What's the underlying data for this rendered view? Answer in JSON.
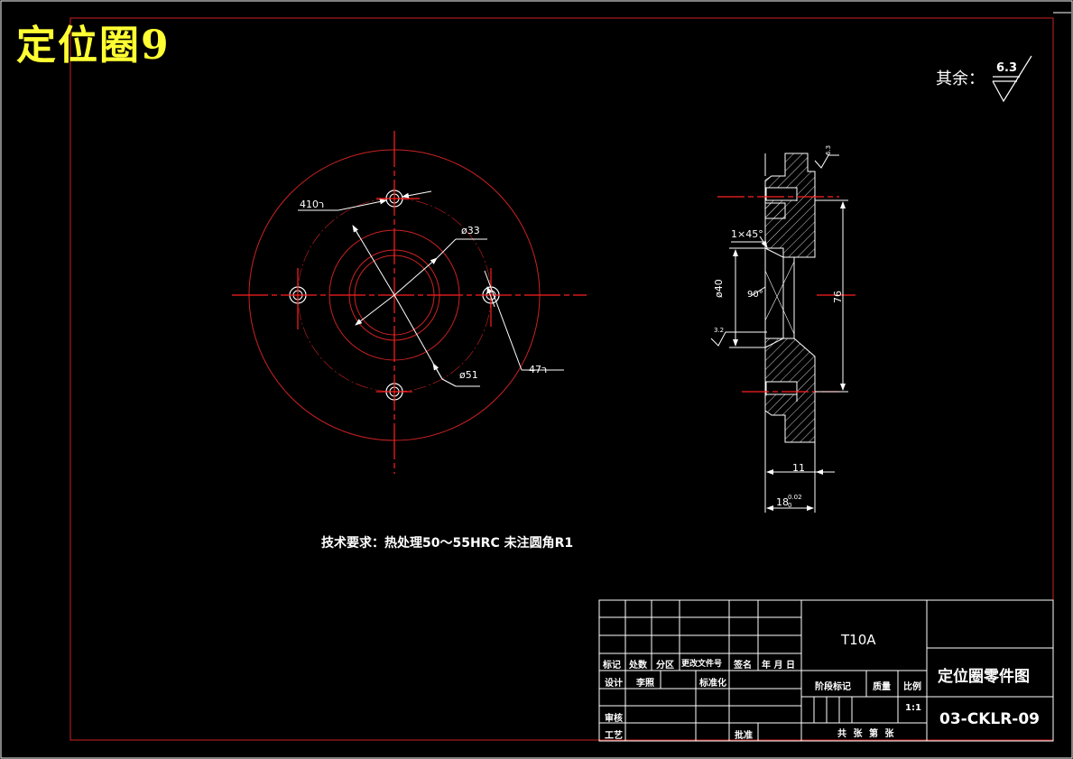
{
  "drawing": {
    "big_title": "定位圈9",
    "roughness_label": "其余：",
    "roughness_value": "6.3",
    "tech_requirement": "技术要求：热处理50～55HRC 未注圆角R1"
  },
  "front_view": {
    "dim_4x_d10": "4ר10",
    "dim_d33": "ø33",
    "dim_d51": "ø51",
    "dim_4x_d7": "4ר7"
  },
  "section_view": {
    "chamfer": "1×45°",
    "dim_d40": "ø40",
    "angle_90": "90°",
    "dim_76": "76",
    "dim_11": "11",
    "dim_18": "18",
    "tol_upper": "0.02",
    "tol_lower": "0",
    "rough_top": "6.3",
    "rough_left": "3.2"
  },
  "title_block": {
    "material": "T10A",
    "part_name": "定位圈零件图",
    "drawing_no": "03-CKLR-09",
    "scale": "1:1",
    "labels": {
      "mark": "标记",
      "count": "处数",
      "zone": "分区",
      "change_no": "更改文件号",
      "sign": "签名",
      "date": "年 月 日",
      "design": "设计",
      "designer": "李照",
      "standard": "标准化",
      "stage_mark": "阶段标记",
      "mass": "质量",
      "ratio": "比例",
      "review": "审核",
      "process": "工艺",
      "approve": "批准",
      "sheets": "共  张 第  张"
    }
  }
}
